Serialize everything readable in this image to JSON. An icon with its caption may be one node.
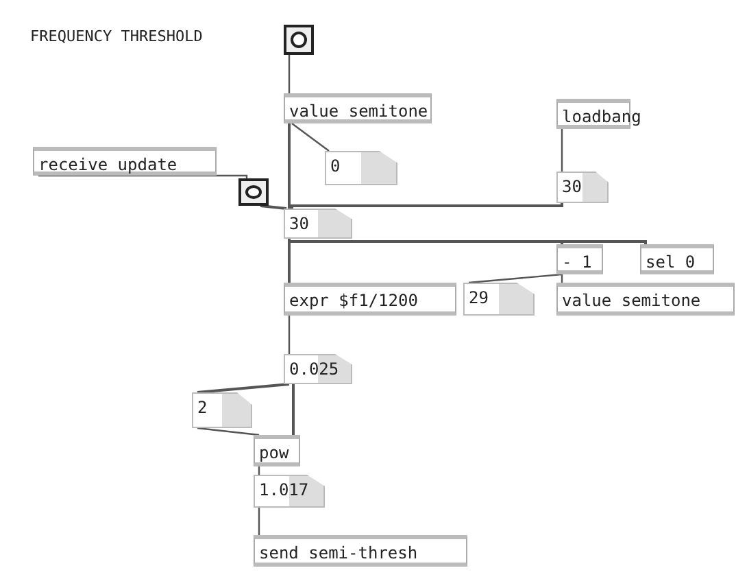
{
  "diagram": {
    "nodes": [
      {
        "text": [],
        "shape": "box"
      },
      {
        "text": [
          "value semitone"
        ]
      },
      {
        "text": [
          "0"
        ]
      },
      {
        "text": [
          "loadbang"
        ]
      },
      {
        "text": [
          "receive update"
        ]
      },
      {
        "text": [],
        "shape": "box"
      },
      {
        "text": [
          "30"
        ]
      },
      {
        "text": [
          "30"
        ]
      },
      {
        "text": [
          "- 1"
        ]
      },
      {
        "text": [
          "sel 0"
        ]
      },
      {
        "text": [
          "expr $f1/1200"
        ]
      },
      {
        "text": [
          "29"
        ]
      },
      {
        "text": [
          "value semitone"
        ]
      },
      {
        "text": [
          "0.025"
        ]
      },
      {
        "text": [
          "2"
        ]
      },
      {
        "text": [
          "pow"
        ]
      },
      {
        "text": [
          "1.017"
        ]
      },
      {
        "text": [
          "send semi-thresh"
        ]
      }
    ],
    "edges": [
      {
        "from": 0,
        "to": 1,
        "arrow": "none"
      },
      {
        "from": 1,
        "to": 2,
        "arrow": "none"
      },
      {
        "from": 3,
        "to": 6,
        "arrow": "none"
      },
      {
        "from": 4,
        "to": 5,
        "arrow": "none"
      },
      {
        "from": 5,
        "to": 7,
        "arrow": "none"
      },
      {
        "from": 6,
        "to": 7,
        "arrow": "none"
      },
      {
        "from": 1,
        "to": 7,
        "arrow": "none"
      },
      {
        "from": 7,
        "to": 10,
        "arrow": "none"
      },
      {
        "from": 7,
        "to": 8,
        "arrow": "none"
      },
      {
        "from": 7,
        "to": 9,
        "arrow": "none"
      },
      {
        "from": 8,
        "to": 11,
        "arrow": "none"
      },
      {
        "from": 8,
        "to": 12,
        "arrow": "none"
      },
      {
        "from": 10,
        "to": 13,
        "arrow": "none"
      },
      {
        "from": 13,
        "to": 14,
        "arrow": "none"
      },
      {
        "from": 13,
        "to": 15,
        "arrow": "none"
      },
      {
        "from": 14,
        "to": 15,
        "arrow": "none"
      },
      {
        "from": 15,
        "to": 16,
        "arrow": "none"
      },
      {
        "from": 16,
        "to": 17,
        "arrow": "none"
      }
    ],
    "labels": [
      "FREQUENCY THRESHOLD"
    ]
  }
}
